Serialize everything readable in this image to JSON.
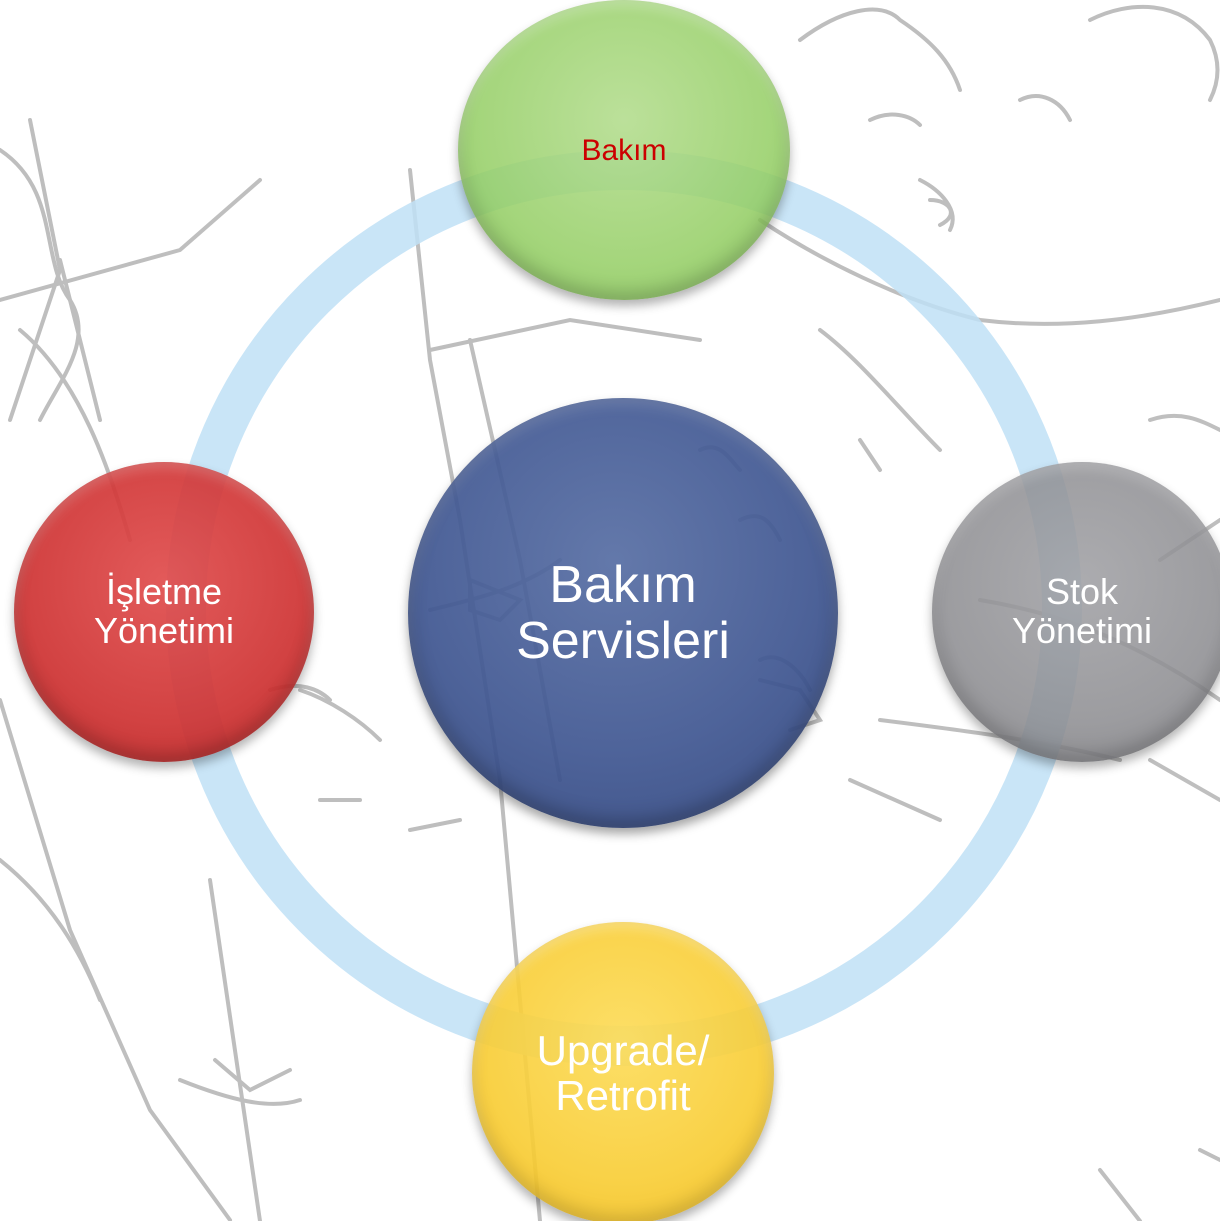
{
  "diagram": {
    "center": {
      "lines": [
        "Bakım",
        "Servisleri"
      ],
      "color": "#3f5691"
    },
    "nodes": [
      {
        "id": "top",
        "lines": [
          "Bakım"
        ],
        "color": "#94ce64",
        "text_color": "#cc0000"
      },
      {
        "id": "left",
        "lines": [
          "İşletme",
          "Yönetimi"
        ],
        "color": "#ce3232"
      },
      {
        "id": "right",
        "lines": [
          "Stok",
          "Yönetimi"
        ],
        "color": "#8c8c90"
      },
      {
        "id": "bottom",
        "lines": [
          "Upgrade/",
          "Retrofit"
        ],
        "color": "#f8cc32"
      }
    ],
    "ring_color": "#bfe0f6",
    "background": "wind turbine sketch"
  }
}
